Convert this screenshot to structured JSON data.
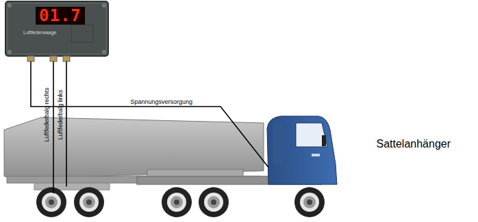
{
  "diagram": {
    "nodes": [
      {
        "text": [
          "01.7",
          "Luftfederwaage"
        ]
      }
    ],
    "labels": [
      "Spannungsversorgung",
      "Luftfederbalg rechts",
      "Luftfederbalg links",
      "Sattelanhänger"
    ]
  }
}
